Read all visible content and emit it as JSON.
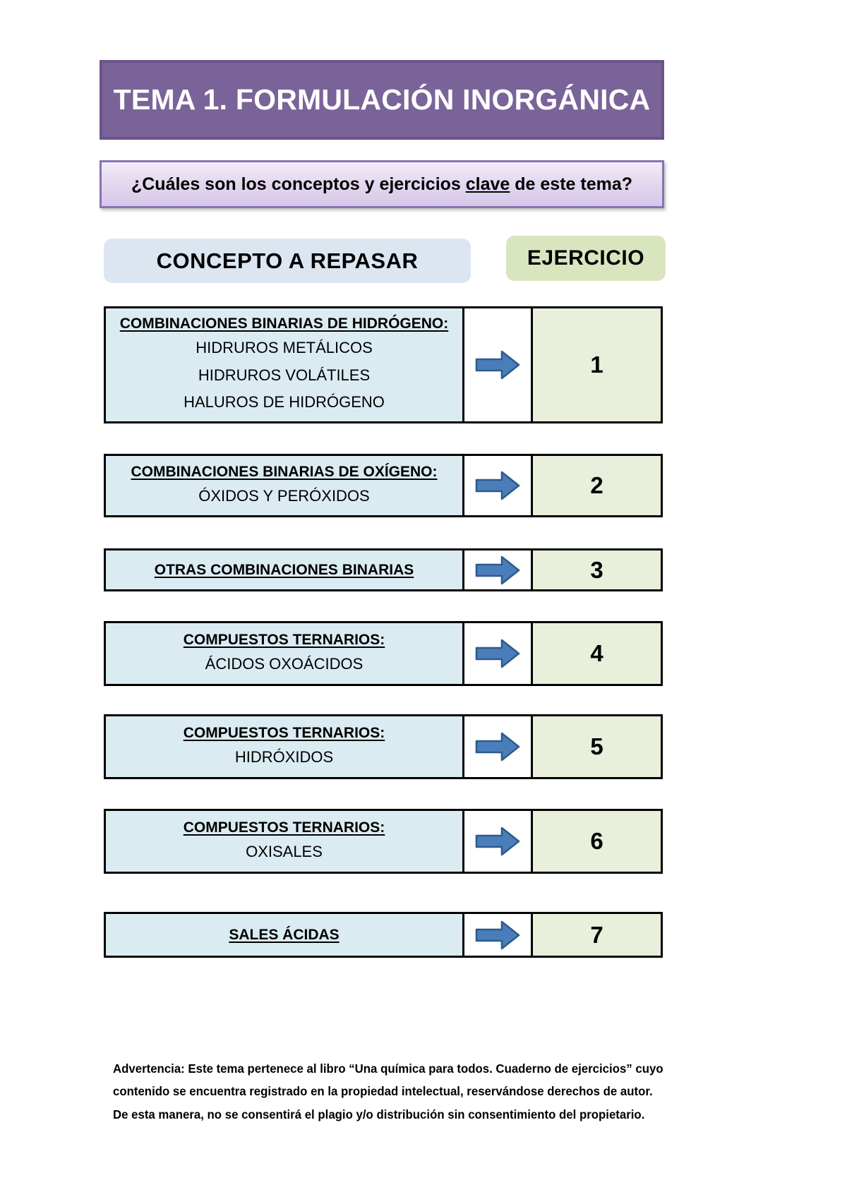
{
  "document": {
    "title_banner": "TEMA 1. FORMULACIÓN INORGÁNICA",
    "question_prefix": "¿Cuáles son los conceptos y ejercicios ",
    "question_underlined": "clave",
    "question_suffix": " de este tema?"
  },
  "colors": {
    "banner_bg": "#7A6399",
    "banner_border": "#6B5588",
    "question_border": "#8B72B0",
    "concept_pill_bg": "#DCE6F1",
    "exercise_pill_bg": "#D9E5BF",
    "concept_cell_bg": "#DBEBF2",
    "number_cell_bg": "#E8EFDA",
    "arrow_fill": "#4A7EBB",
    "arrow_stroke": "#2E5B8C"
  },
  "headers": {
    "concept_column": "CONCEPTO A REPASAR",
    "exercise_column": "EJERCICIO"
  },
  "icons": {
    "arrow": "right-arrow-icon"
  },
  "rows": [
    {
      "title": "COMBINACIONES BINARIAS DE HIDRÓGENO:",
      "subs": [
        "HIDRUROS METÁLICOS",
        "HIDRUROS VOLÁTILES",
        "HALUROS DE HIDRÓGENO"
      ],
      "exercise": "1"
    },
    {
      "title": "COMBINACIONES BINARIAS DE OXÍGENO:",
      "subs": [
        "ÓXIDOS Y PERÓXIDOS"
      ],
      "exercise": "2"
    },
    {
      "title": "OTRAS COMBINACIONES BINARIAS",
      "subs": [],
      "exercise": "3"
    },
    {
      "title": "COMPUESTOS TERNARIOS:",
      "subs": [
        "ÁCIDOS OXOÁCIDOS"
      ],
      "exercise": "4"
    },
    {
      "title": "COMPUESTOS TERNARIOS:",
      "subs": [
        "HIDRÓXIDOS"
      ],
      "exercise": "5"
    },
    {
      "title": "COMPUESTOS TERNARIOS:",
      "subs": [
        "OXISALES"
      ],
      "exercise": "6"
    },
    {
      "title": "SALES ÁCIDAS",
      "subs": [],
      "exercise": "7"
    }
  ],
  "footer": {
    "line1": "Advertencia: Este tema pertenece al libro “Una química para todos. Cuaderno de ejercicios” cuyo",
    "line2": "contenido se encuentra registrado en la propiedad intelectual, reservándose derechos de autor.",
    "line3": "De esta manera, no se consentirá el plagio y/o distribución sin consentimiento del propietario."
  }
}
